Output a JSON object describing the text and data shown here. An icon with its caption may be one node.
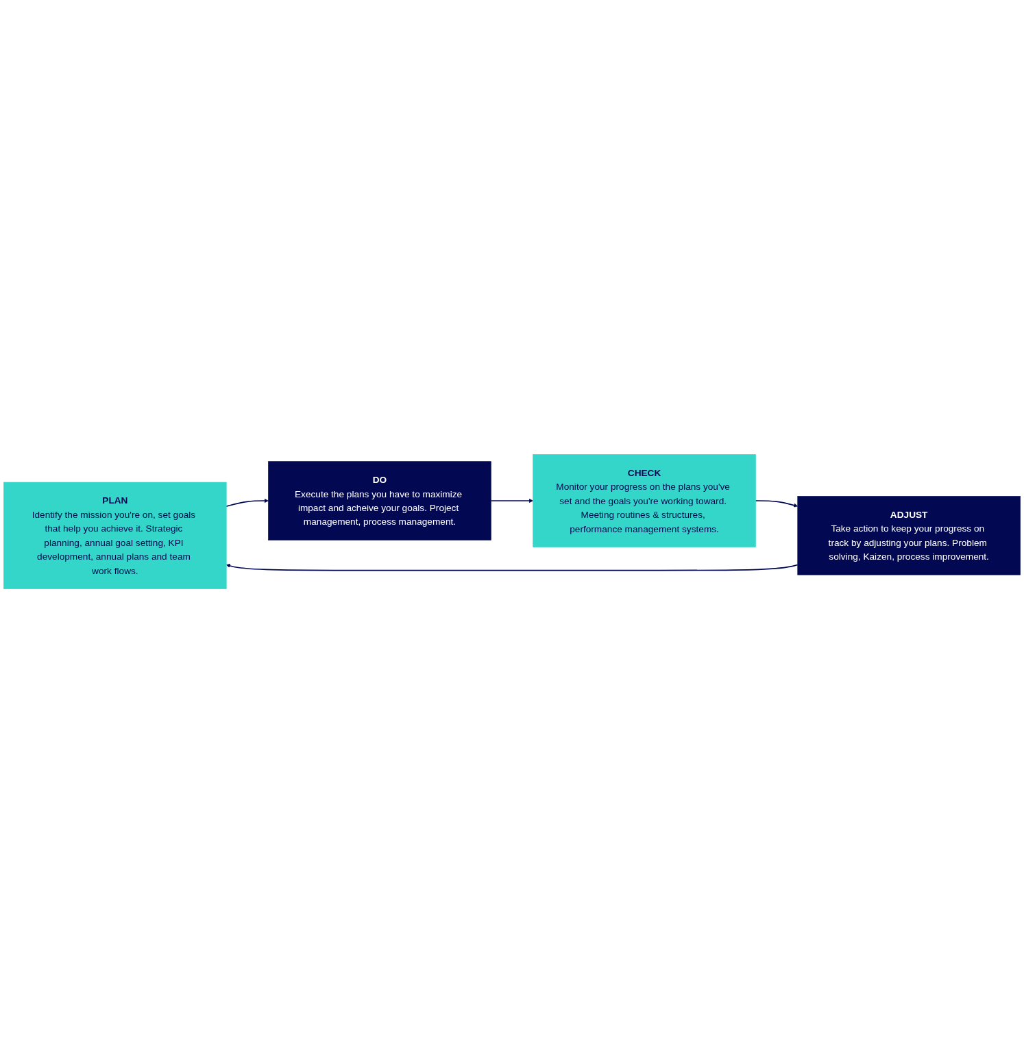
{
  "diagram": {
    "nodes": [
      {
        "text": [
          "PLAN",
          "Identify the mission you're on, set goals that help you achieve it. Strategic planning, annual goal setting, KPI development, annual plans and team work flows."
        ]
      },
      {
        "text": [
          "DO",
          "Execute the plans you have to maximize impact and acheive your goals. Project management, process management."
        ]
      },
      {
        "text": [
          "CHECK",
          "Monitor your progress on the plans you've set and the goals you're working toward. Meeting routines & structures, performance management systems."
        ]
      },
      {
        "text": [
          "ADJUST",
          "Take action to keep your progress on track by adjusting your plans. Problem solving, Kaizen, process improvement."
        ]
      }
    ],
    "edges": [
      {
        "from": 0,
        "to": 1,
        "arrow": "to"
      },
      {
        "from": 1,
        "to": 2,
        "arrow": "to"
      },
      {
        "from": 2,
        "to": 3,
        "arrow": "to"
      },
      {
        "from": 3,
        "to": 0,
        "arrow": "to"
      }
    ]
  }
}
